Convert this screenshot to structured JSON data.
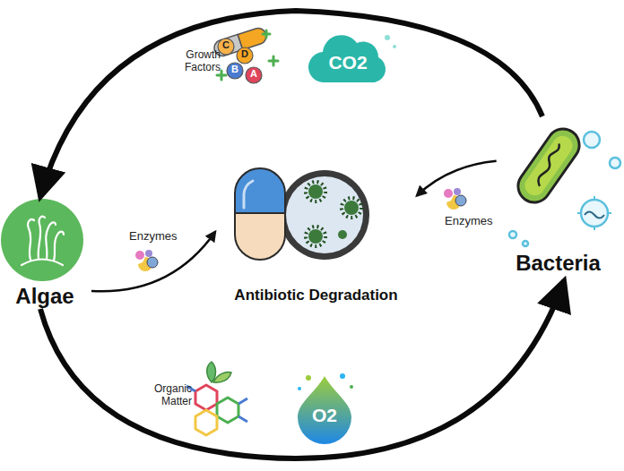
{
  "diagram": {
    "nodes": [
      {
        "text": [
          "Algae"
        ]
      },
      {
        "text": [
          "Antibiotic Degradation"
        ]
      },
      {
        "text": [
          "Bacteria"
        ]
      }
    ],
    "edges": [
      {
        "from": 0,
        "to": 1,
        "arrow": "to",
        "label": "Enzymes"
      },
      {
        "from": 2,
        "to": 1,
        "arrow": "to",
        "label": "Enzymes"
      },
      {
        "from": 2,
        "to": 0,
        "arrow": "to"
      },
      {
        "from": 0,
        "to": 2,
        "arrow": "to"
      }
    ],
    "labels": [
      "Growth Factors",
      "C",
      "D",
      "B",
      "A",
      "CO2",
      "Organic Matter",
      "O2"
    ]
  }
}
